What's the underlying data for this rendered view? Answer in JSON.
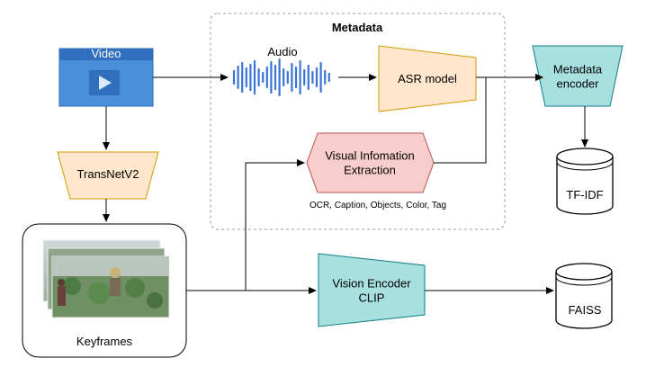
{
  "metadata_group": {
    "title": "Metadata"
  },
  "video": {
    "label": "Video"
  },
  "audio": {
    "label": "Audio"
  },
  "asr": {
    "label": "ASR model"
  },
  "metadata_encoder": {
    "line1": "Metadata",
    "line2": "encoder"
  },
  "tfidf": {
    "label": "TF-IDF"
  },
  "visual_extraction": {
    "line1": "Visual Infomation",
    "line2": "Extraction"
  },
  "visual_outputs": {
    "label": "OCR, Caption, Objects, Color, Tag"
  },
  "transnet": {
    "label": "TransNetV2"
  },
  "keyframes": {
    "label": "Keyframes"
  },
  "vision_encoder": {
    "line1": "Vision Encoder",
    "line2": "CLIP"
  },
  "faiss": {
    "label": "FAISS"
  },
  "icons": [
    "play-icon",
    "audio-waveform-icon",
    "keyframe-stack-image",
    "database-icon"
  ],
  "colors": {
    "video_fill": "#4a90d9",
    "video_header": "#2f6fbd",
    "trapezoid_orange": "#ffe6cc",
    "orange_stroke": "#d79b00",
    "teal_fill": "#a8e0e0",
    "teal_stroke": "#0e8088",
    "pink_fill": "#f8cecc",
    "pink_stroke": "#b85450",
    "waveform": "#3b73d6"
  }
}
